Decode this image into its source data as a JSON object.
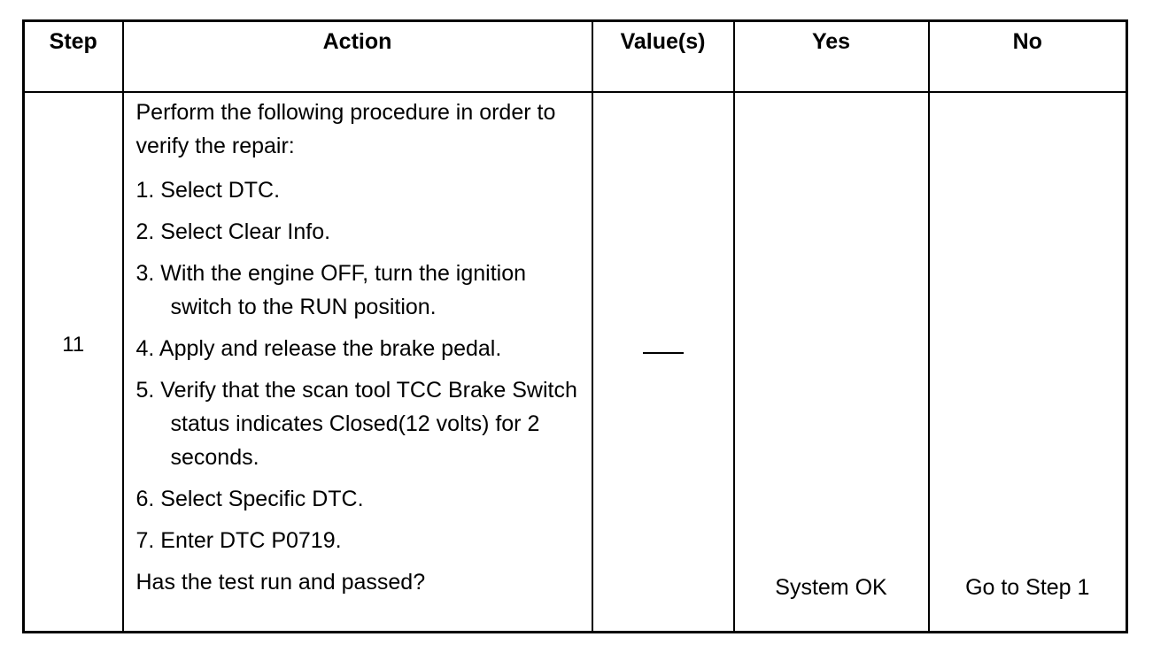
{
  "table": {
    "headers": {
      "step": "Step",
      "action": "Action",
      "values": "Value(s)",
      "yes": "Yes",
      "no": "No"
    },
    "row": {
      "step": "11",
      "action_intro": "Perform the following procedure in order to verify the repair:",
      "action_steps": [
        "1. Select DTC.",
        "2. Select Clear Info.",
        "3. With the engine OFF, turn the ignition switch to the RUN position.",
        "4. Apply and release the brake pedal.",
        "5. Verify that the scan tool TCC Brake Switch status indicates Closed(12 volts) for 2 seconds.",
        "6. Select Specific DTC.",
        "7. Enter DTC P0719."
      ],
      "action_question": "Has the test run and passed?",
      "value": "—",
      "yes": "System OK",
      "no": "Go to Step 1"
    }
  }
}
